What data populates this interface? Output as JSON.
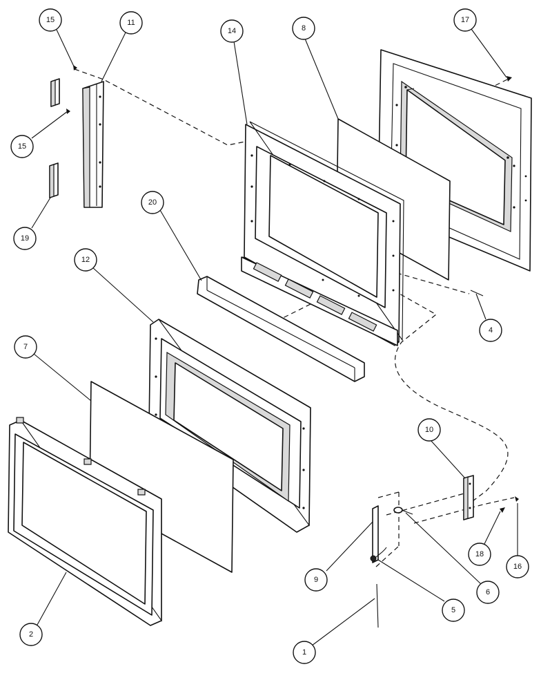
{
  "diagram": {
    "callouts": [
      {
        "id": "c15a",
        "label": "15"
      },
      {
        "id": "c11",
        "label": "11"
      },
      {
        "id": "c14",
        "label": "14"
      },
      {
        "id": "c8",
        "label": "8"
      },
      {
        "id": "c17",
        "label": "17"
      },
      {
        "id": "c15b",
        "label": "15"
      },
      {
        "id": "c19",
        "label": "19"
      },
      {
        "id": "c20",
        "label": "20"
      },
      {
        "id": "c12",
        "label": "12"
      },
      {
        "id": "c4",
        "label": "4"
      },
      {
        "id": "c7",
        "label": "7"
      },
      {
        "id": "c10",
        "label": "10"
      },
      {
        "id": "c9",
        "label": "9"
      },
      {
        "id": "c18",
        "label": "18"
      },
      {
        "id": "c16",
        "label": "16"
      },
      {
        "id": "c6",
        "label": "6"
      },
      {
        "id": "c5",
        "label": "5"
      },
      {
        "id": "c2",
        "label": "2"
      },
      {
        "id": "c1",
        "label": "1"
      }
    ]
  }
}
